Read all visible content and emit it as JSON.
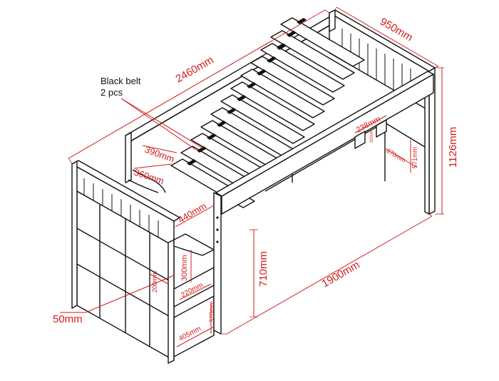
{
  "diagram": {
    "callout": {
      "line1": "Black belt",
      "line2": "2 pcs"
    },
    "dimensions": {
      "d2460": "2460mm",
      "d950": "950mm",
      "d1126": "1126mm",
      "d1900": "1900mm",
      "d710": "710mm",
      "d390": "390mm",
      "d360": "360mm",
      "d440": "440mm",
      "d300": "300mm",
      "d200": "200mm",
      "d220": "220mm",
      "d405": "405mm",
      "d320": "320mm",
      "d50": "50mm",
      "d238": "238mm",
      "d32": "32mm",
      "d870": "870mm",
      "d571": "571mm"
    },
    "colors": {
      "dimension": "#d21c1c",
      "outline": "#111111",
      "belt": "#111111"
    }
  }
}
